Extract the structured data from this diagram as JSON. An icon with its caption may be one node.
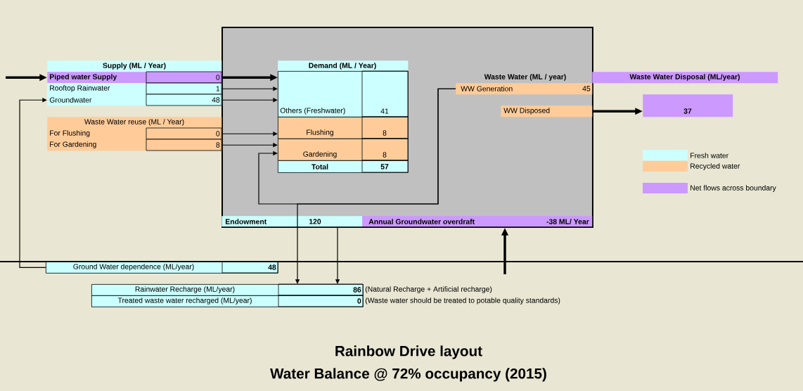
{
  "diagram": {
    "title": "Rainbow Drive layout",
    "caption": "Water Balance @ 72% occupancy (2015)",
    "nodes": [
      {
        "text": [],
        "shape": "box"
      },
      {
        "text": [
          "Supply (ML / Year)"
        ]
      },
      {
        "text": [
          "Piped water Supply",
          "0"
        ],
        "in": 1
      },
      {
        "text": [
          "Rooftop Rainwater",
          "1"
        ],
        "in": 1
      },
      {
        "text": [
          "Groundwater",
          "48"
        ],
        "in": 1
      },
      {
        "text": [
          "Waste Water reuse (ML / Year)"
        ]
      },
      {
        "text": [
          "For Flushing",
          "0"
        ],
        "in": 5
      },
      {
        "text": [
          "For Gardening",
          "8"
        ],
        "in": 5
      },
      {
        "text": [
          "Demand (ML / Year)"
        ],
        "in": 0
      },
      {
        "text": [
          "Others (Freshwater)",
          "41"
        ],
        "in": 8
      },
      {
        "text": [
          "Flushing",
          "8"
        ],
        "in": 8
      },
      {
        "text": [
          "Gardening",
          "8"
        ],
        "in": 8
      },
      {
        "text": [
          "Total",
          "57"
        ],
        "in": 8
      },
      {
        "text": [
          "WW Generation",
          "45"
        ],
        "in": 0
      },
      {
        "text": [
          "WW Disposed"
        ],
        "in": 0
      },
      {
        "text": [
          "Waste Water Disposal (ML/year)"
        ]
      },
      {
        "text": [
          "37"
        ]
      },
      {
        "text": [
          "Endowment",
          "120"
        ],
        "in": 0
      },
      {
        "text": [
          "Annual Groundwater overdraft",
          "-38  ML/ Year"
        ],
        "in": 0
      },
      {
        "text": [
          "Ground Water dependence (ML/year)",
          "48"
        ]
      },
      {
        "text": [
          "Rainwater Recharge (ML/year)",
          "86"
        ],
        "beside": [
          "(Natural Recharge + Artificial recharge)"
        ]
      },
      {
        "text": [
          "Treated waste water recharged (ML/year)",
          "0"
        ],
        "beside": [
          "(Waste water should be treated to potable quality standards)"
        ]
      }
    ],
    "edges": [
      {
        "from": null,
        "to": 2,
        "arrow": "to",
        "style": "thick"
      },
      {
        "from": 2,
        "to": 9,
        "arrow": "to",
        "style": "thick"
      },
      {
        "from": 3,
        "to": 9,
        "arrow": "to"
      },
      {
        "from": 4,
        "to": 9,
        "arrow": "to"
      },
      {
        "from": 6,
        "to": 10,
        "arrow": "to"
      },
      {
        "from": 7,
        "to": 11,
        "arrow": "to"
      },
      {
        "from": 19,
        "to": 4,
        "arrow": "to"
      },
      {
        "from": 13,
        "to": 11,
        "arrow": "to"
      },
      {
        "from": 13,
        "to": 20,
        "arrow": "to"
      },
      {
        "from": 17,
        "to": 20,
        "arrow": "to"
      },
      {
        "from": 14,
        "to": 16,
        "arrow": "to",
        "style": "thick"
      },
      {
        "from": null,
        "to": 0,
        "arrow": "to",
        "style": "thick"
      }
    ],
    "labels": [
      "Waste Water (ML / year)"
    ],
    "legend": [
      {
        "text": "Fresh water",
        "color": "#ccffff"
      },
      {
        "text": "Recycled water",
        "color": "#ffcc99"
      },
      {
        "text": "Net flows across boundary",
        "color": "#cc99ff"
      }
    ]
  }
}
